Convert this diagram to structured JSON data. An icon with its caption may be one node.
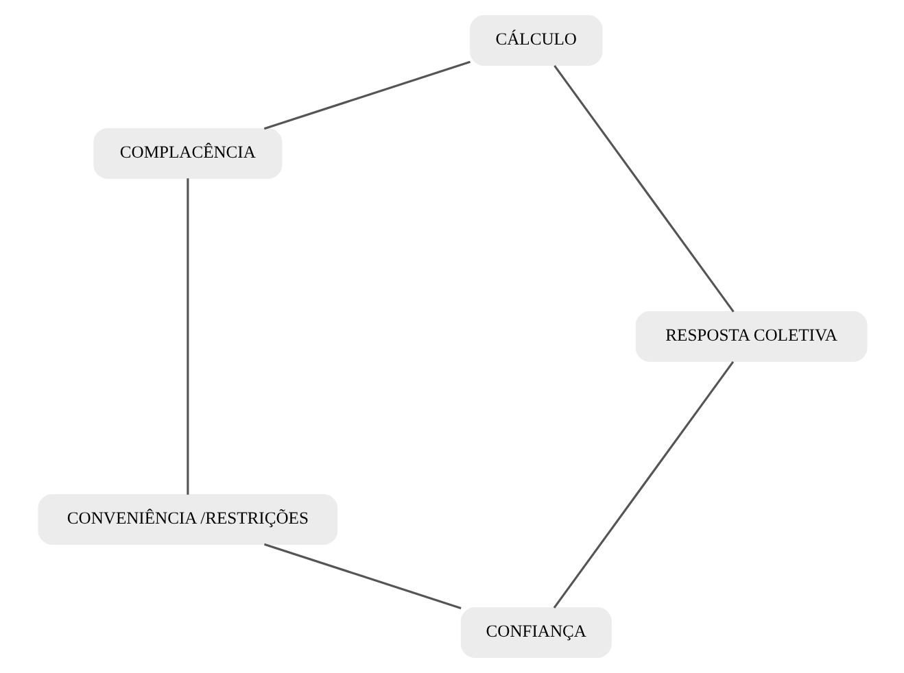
{
  "diagram": {
    "nodes": [
      {
        "text": [
          "CONFIANÇA"
        ]
      },
      {
        "text": [
          "RESPOSTA COLETIVA"
        ]
      },
      {
        "text": [
          "CONVENIÊNCIA /RESTRIÇÕES"
        ]
      },
      {
        "text": [
          "CÁLCULO"
        ]
      },
      {
        "text": [
          "COMPLACÊNCIA"
        ]
      }
    ],
    "edges": [
      {
        "from": 0,
        "to": 2,
        "arrow": "none"
      },
      {
        "from": 2,
        "to": 4,
        "arrow": "none"
      },
      {
        "from": 4,
        "to": 3,
        "arrow": "none"
      },
      {
        "from": 3,
        "to": 1,
        "arrow": "none"
      },
      {
        "from": 1,
        "to": 0,
        "arrow": "none"
      }
    ]
  }
}
